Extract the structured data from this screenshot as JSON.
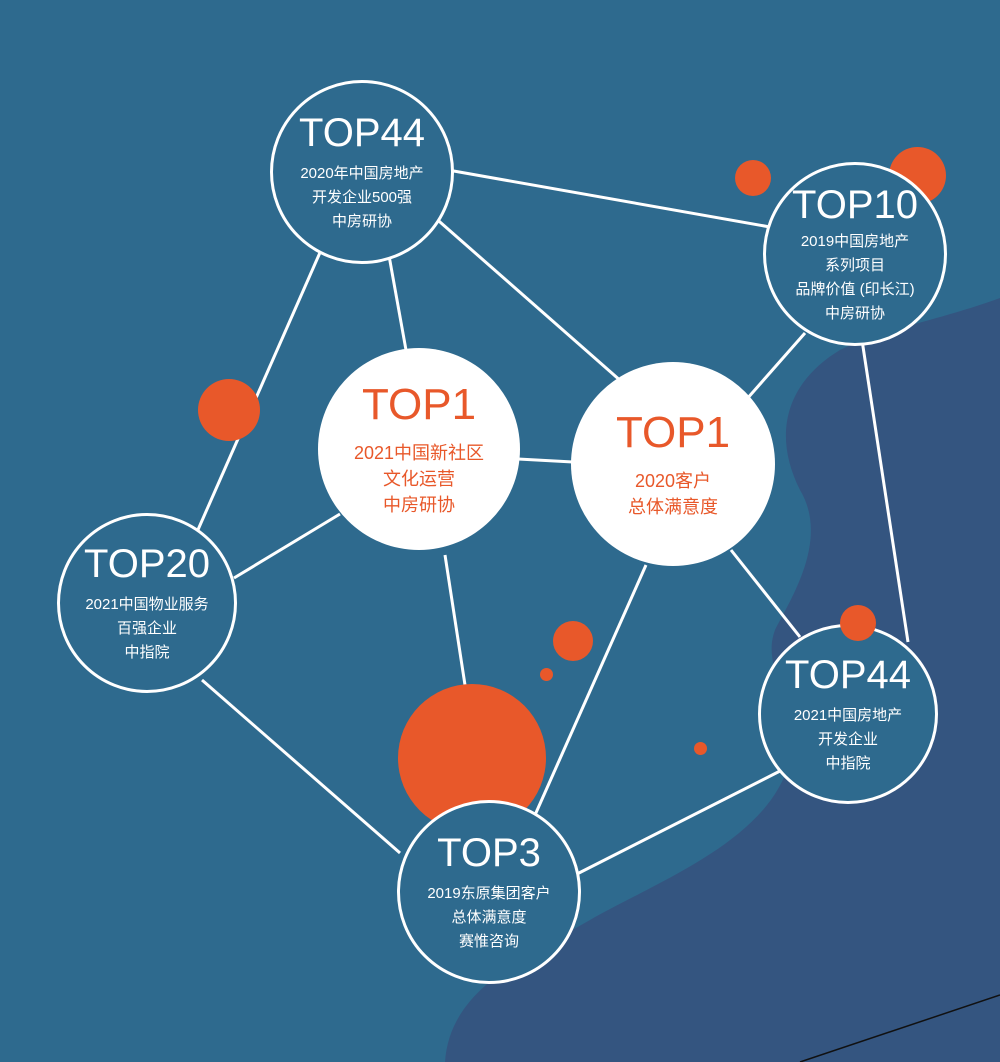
{
  "colors": {
    "background": "#2e6a8e",
    "wave": "#345580",
    "accent": "#e8582a",
    "line": "#ffffff"
  },
  "nodes": {
    "n1": {
      "top": "TOP44",
      "lines": [
        "2020年中国房地产",
        "开发企业500强",
        "中房研协"
      ]
    },
    "n2": {
      "top": "TOP10",
      "lines": [
        "2019中国房地产",
        "系列项目",
        "品牌价值 (印长江)",
        "中房研协"
      ]
    },
    "n3": {
      "top": "TOP1",
      "lines": [
        "2021中国新社区",
        "文化运营",
        "中房研协"
      ]
    },
    "n4": {
      "top": "TOP1",
      "lines": [
        "2020客户",
        "总体满意度"
      ]
    },
    "n5": {
      "top": "TOP20",
      "lines": [
        "2021中国物业服务",
        "百强企业",
        "中指院"
      ]
    },
    "n6": {
      "top": "TOP44",
      "lines": [
        "2021中国房地产",
        "开发企业",
        "中指院"
      ]
    },
    "n7": {
      "top": "TOP3",
      "lines": [
        "2019东原集团客户",
        "总体满意度",
        "赛惟咨询"
      ]
    }
  }
}
